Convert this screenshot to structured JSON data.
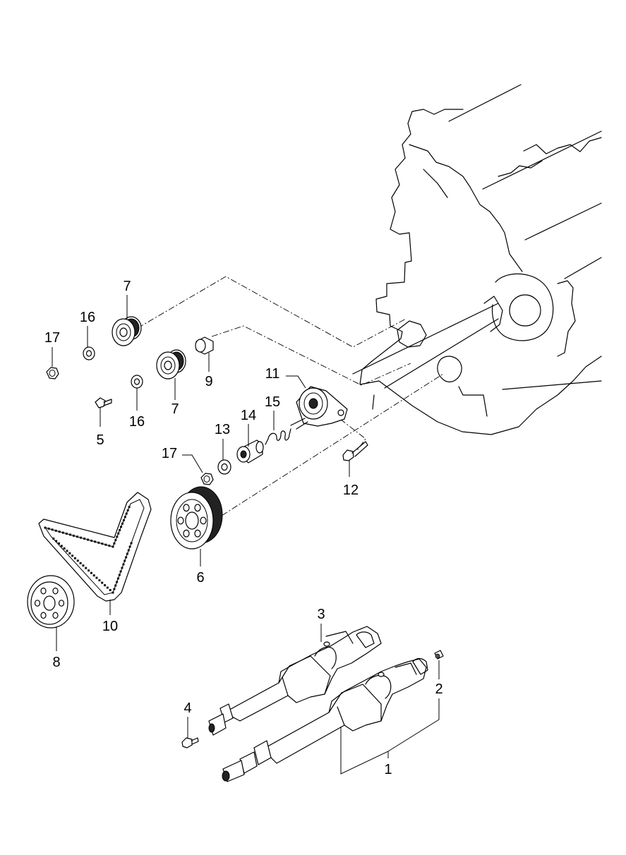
{
  "labels": {
    "c1": "1",
    "c2": "2",
    "c3": "3",
    "c4": "4",
    "c5": "5",
    "c6": "6",
    "c7a": "7",
    "c7b": "7",
    "c8": "8",
    "c9": "9",
    "c10": "10",
    "c11": "11",
    "c12": "12",
    "c13": "13",
    "c14": "14",
    "c15": "15",
    "c16a": "16",
    "c16b": "16",
    "c17a": "17",
    "c17b": "17"
  }
}
